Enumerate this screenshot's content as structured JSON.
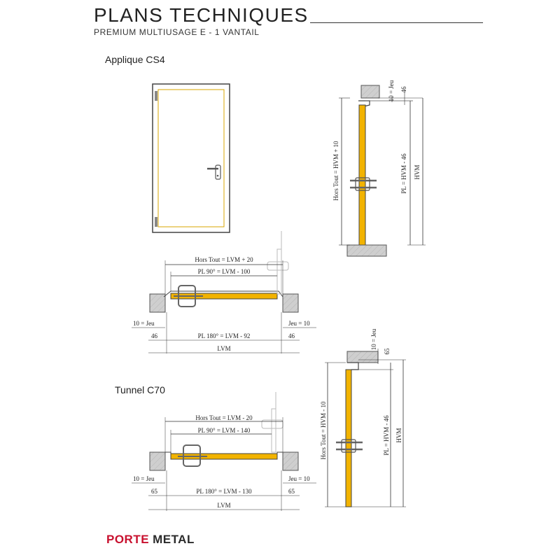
{
  "header": {
    "title": "PLANS TECHNIQUES",
    "subtitle": "PREMIUM MULTIUSAGE E - 1 VANTAIL"
  },
  "sections": {
    "applique": {
      "label": "Applique CS4",
      "plan": {
        "hors_tout": "Hors Tout = LVM + 20",
        "pl90": "PL 90° = LVM - 100",
        "jeu_left": "10 = Jeu",
        "jeu_right": "Jeu = 10",
        "dim_left": "46",
        "dim_right": "46",
        "pl180": "PL 180° = LVM - 92",
        "lvm": "LVM"
      },
      "section": {
        "jeu_top": "10 = Jeu",
        "dim_top": "46",
        "hors_tout": "Hors Tout = HVM + 10",
        "pl": "PL = HVM - 46",
        "hvm": "HVM"
      }
    },
    "tunnel": {
      "label": "Tunnel  C70",
      "plan": {
        "hors_tout": "Hors Tout = LVM - 20",
        "pl90": "PL 90° = LVM - 140",
        "jeu_left": "10 = Jeu",
        "jeu_right": "Jeu = 10",
        "dim_left": "65",
        "dim_right": "65",
        "pl180": "PL 180° = LVM - 130",
        "lvm": "LVM"
      },
      "section": {
        "jeu_top": "10 = Jeu",
        "dim_top": "65",
        "hors_tout": "Hors Tout = HVM - 10",
        "pl": "PL = HVM - 46",
        "hvm": "HVM"
      }
    }
  },
  "brand": {
    "part1": "PORTE",
    "part2": "METAL",
    "red": "#c8102e",
    "dark": "#2b2b2b"
  },
  "colors": {
    "door_leaf": "#f2b300",
    "wall": "#c9c9c9",
    "line": "#333333"
  }
}
